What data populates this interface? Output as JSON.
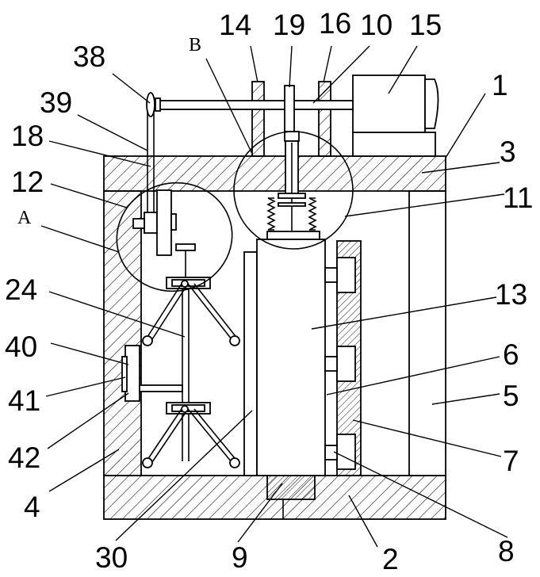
{
  "figure": {
    "callouts": {
      "n1": "1",
      "n2": "2",
      "n3": "3",
      "n4": "4",
      "n5": "5",
      "n6": "6",
      "n7": "7",
      "n8": "8",
      "n9": "9",
      "n10": "10",
      "n11": "11",
      "n12": "12",
      "n13": "13",
      "n14": "14",
      "n15": "15",
      "n16": "16",
      "n18": "18",
      "n19": "19",
      "n24": "24",
      "n30": "30",
      "n38": "38",
      "n39": "39",
      "n40": "40",
      "n41": "41",
      "n42": "42"
    },
    "detail_marks": {
      "a": "A",
      "b": "B"
    }
  }
}
